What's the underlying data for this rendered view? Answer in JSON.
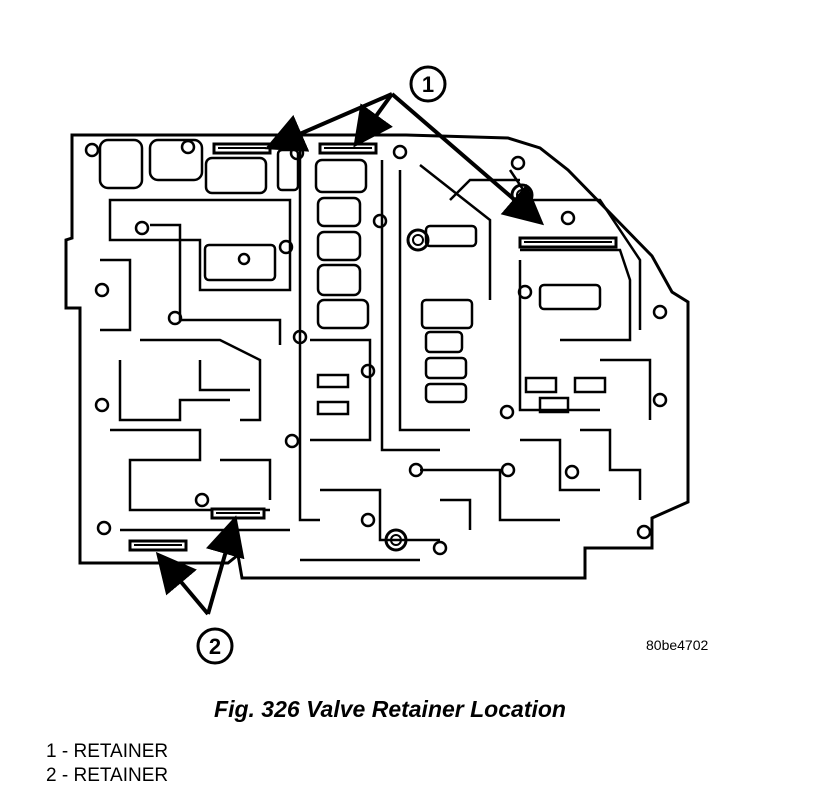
{
  "callouts": {
    "one": "1",
    "two": "2"
  },
  "figure_id": "80be4702",
  "caption": "Fig. 326 Valve Retainer Location",
  "legend": [
    {
      "number": "1",
      "separator": " - ",
      "label": "RETAINER"
    },
    {
      "number": "2",
      "separator": " - ",
      "label": "RETAINER"
    }
  ]
}
